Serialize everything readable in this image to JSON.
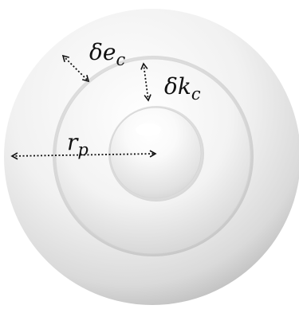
{
  "figure": {
    "labels": {
      "outer_step": {
        "symbol": "δe",
        "subscript": "c"
      },
      "inner_step": {
        "symbol": "δk",
        "subscript": "c"
      },
      "radius": {
        "symbol": "r",
        "subscript": "p"
      }
    },
    "colors": {
      "background": "#ffffff",
      "sphere_light": "#fdfdfd",
      "sphere_shade": "#c9c9c9",
      "arrow": "#111111"
    }
  }
}
